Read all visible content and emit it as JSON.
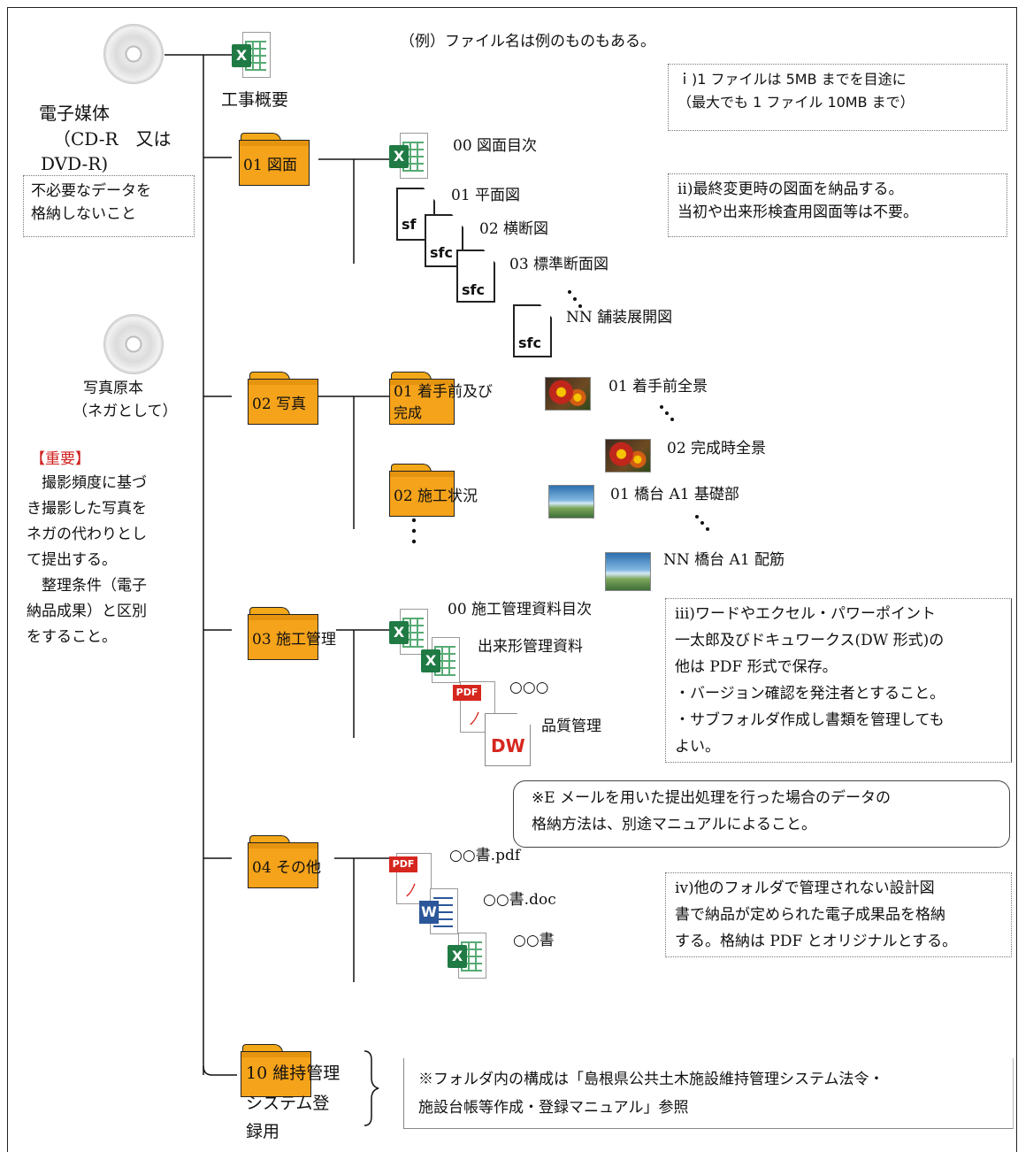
{
  "note_example": "（例）ファイル名は例のものもある。",
  "left": {
    "media_title": "電子媒体",
    "media_sub1": "（CD-R　又は",
    "media_sub2": "DVD-R)",
    "media_warning_1": "不必要なデータを",
    "media_warning_2": "格納しないこと",
    "photo_title": "写真原本",
    "photo_sub": "（ネガとして）",
    "important_label": "【重要】",
    "important_lines": [
      "　撮影頻度に基づ",
      "き撮影した写真を",
      "ネガの代わりとし",
      "て提出する。",
      "　整理条件（電子",
      "納品成果）と区別",
      "をすること。"
    ]
  },
  "root_file": {
    "label": "工事概要",
    "icon": "excel-icon"
  },
  "folders": {
    "f01": "01 図面",
    "f02": "02 写真",
    "f03_a": "03 施工",
    "f03_b": "管理",
    "f04_a": "04 その",
    "f04_b": "他",
    "f10_a": "10 維持",
    "f10_b": "管理",
    "f10_c": "システム登",
    "f10_d": "録用"
  },
  "drawings": {
    "index": "00 図面目次",
    "d1": "01 平面図",
    "d2": "02 横断図",
    "d3": "03 標準断面図",
    "dn": "NN 舗装展開図",
    "sfc": "sfc",
    "sfc_cut": "sf"
  },
  "photos": {
    "sub1_a": "01 着手",
    "sub1_b": "前及び",
    "sub1_c": "完成",
    "sub2_a": "02 施工",
    "sub2_b": "状況",
    "p1": "01 着手前全景",
    "p2": "02 完成時全景",
    "p3": "01 橋台 A1 基礎部",
    "p4": "NN 橋台 A1 配筋"
  },
  "management": {
    "m1": "00 施工管理資料目次",
    "m2": "出来形管理資料",
    "m3": "○○○",
    "m4": "品質管理",
    "pdf": "PDF",
    "dw": "DW"
  },
  "other": {
    "o1": "○○書.pdf",
    "o2": "○○書.doc",
    "o3": "○○書"
  },
  "notes": {
    "n1_a": "ｉ)1 ファイルは 5MB までを目途に",
    "n1_b": "（最大でも 1 ファイル 10MB まで）",
    "n2_a": "ⅱ)最終変更時の図面を納品する。",
    "n2_b": "当初や出来形検査用図面等は不要。",
    "n3": [
      "ⅲ)ワードやエクセル・パワーポイント",
      "一太郎及びドキュワークス(DW 形式)の",
      "他は PDF 形式で保存。",
      "・バージョン確認を発注者とすること。",
      "・サブフォルダ作成し書類を管理しても",
      "よい。"
    ],
    "email_a": "※E メールを用いた提出処理を行った場合のデータの",
    "email_b": "格納方法は、別途マニュアルによること。",
    "n4": [
      "ⅳ)他のフォルダで管理されない設計図",
      "書で納品が定められた電子成果品を格納",
      "する。格納は PDF とオリジナルとする。"
    ],
    "maint_a": "※フォルダ内の構成は「島根県公共土木施設維持管理システム法令・",
    "maint_b": "施設台帳等作成・登録マニュアル」参照"
  },
  "colors": {
    "folder": "#f5a31a",
    "important": "#d02020",
    "excel": "#1f7a43",
    "word": "#2b579a",
    "pdf": "#d6271f"
  }
}
